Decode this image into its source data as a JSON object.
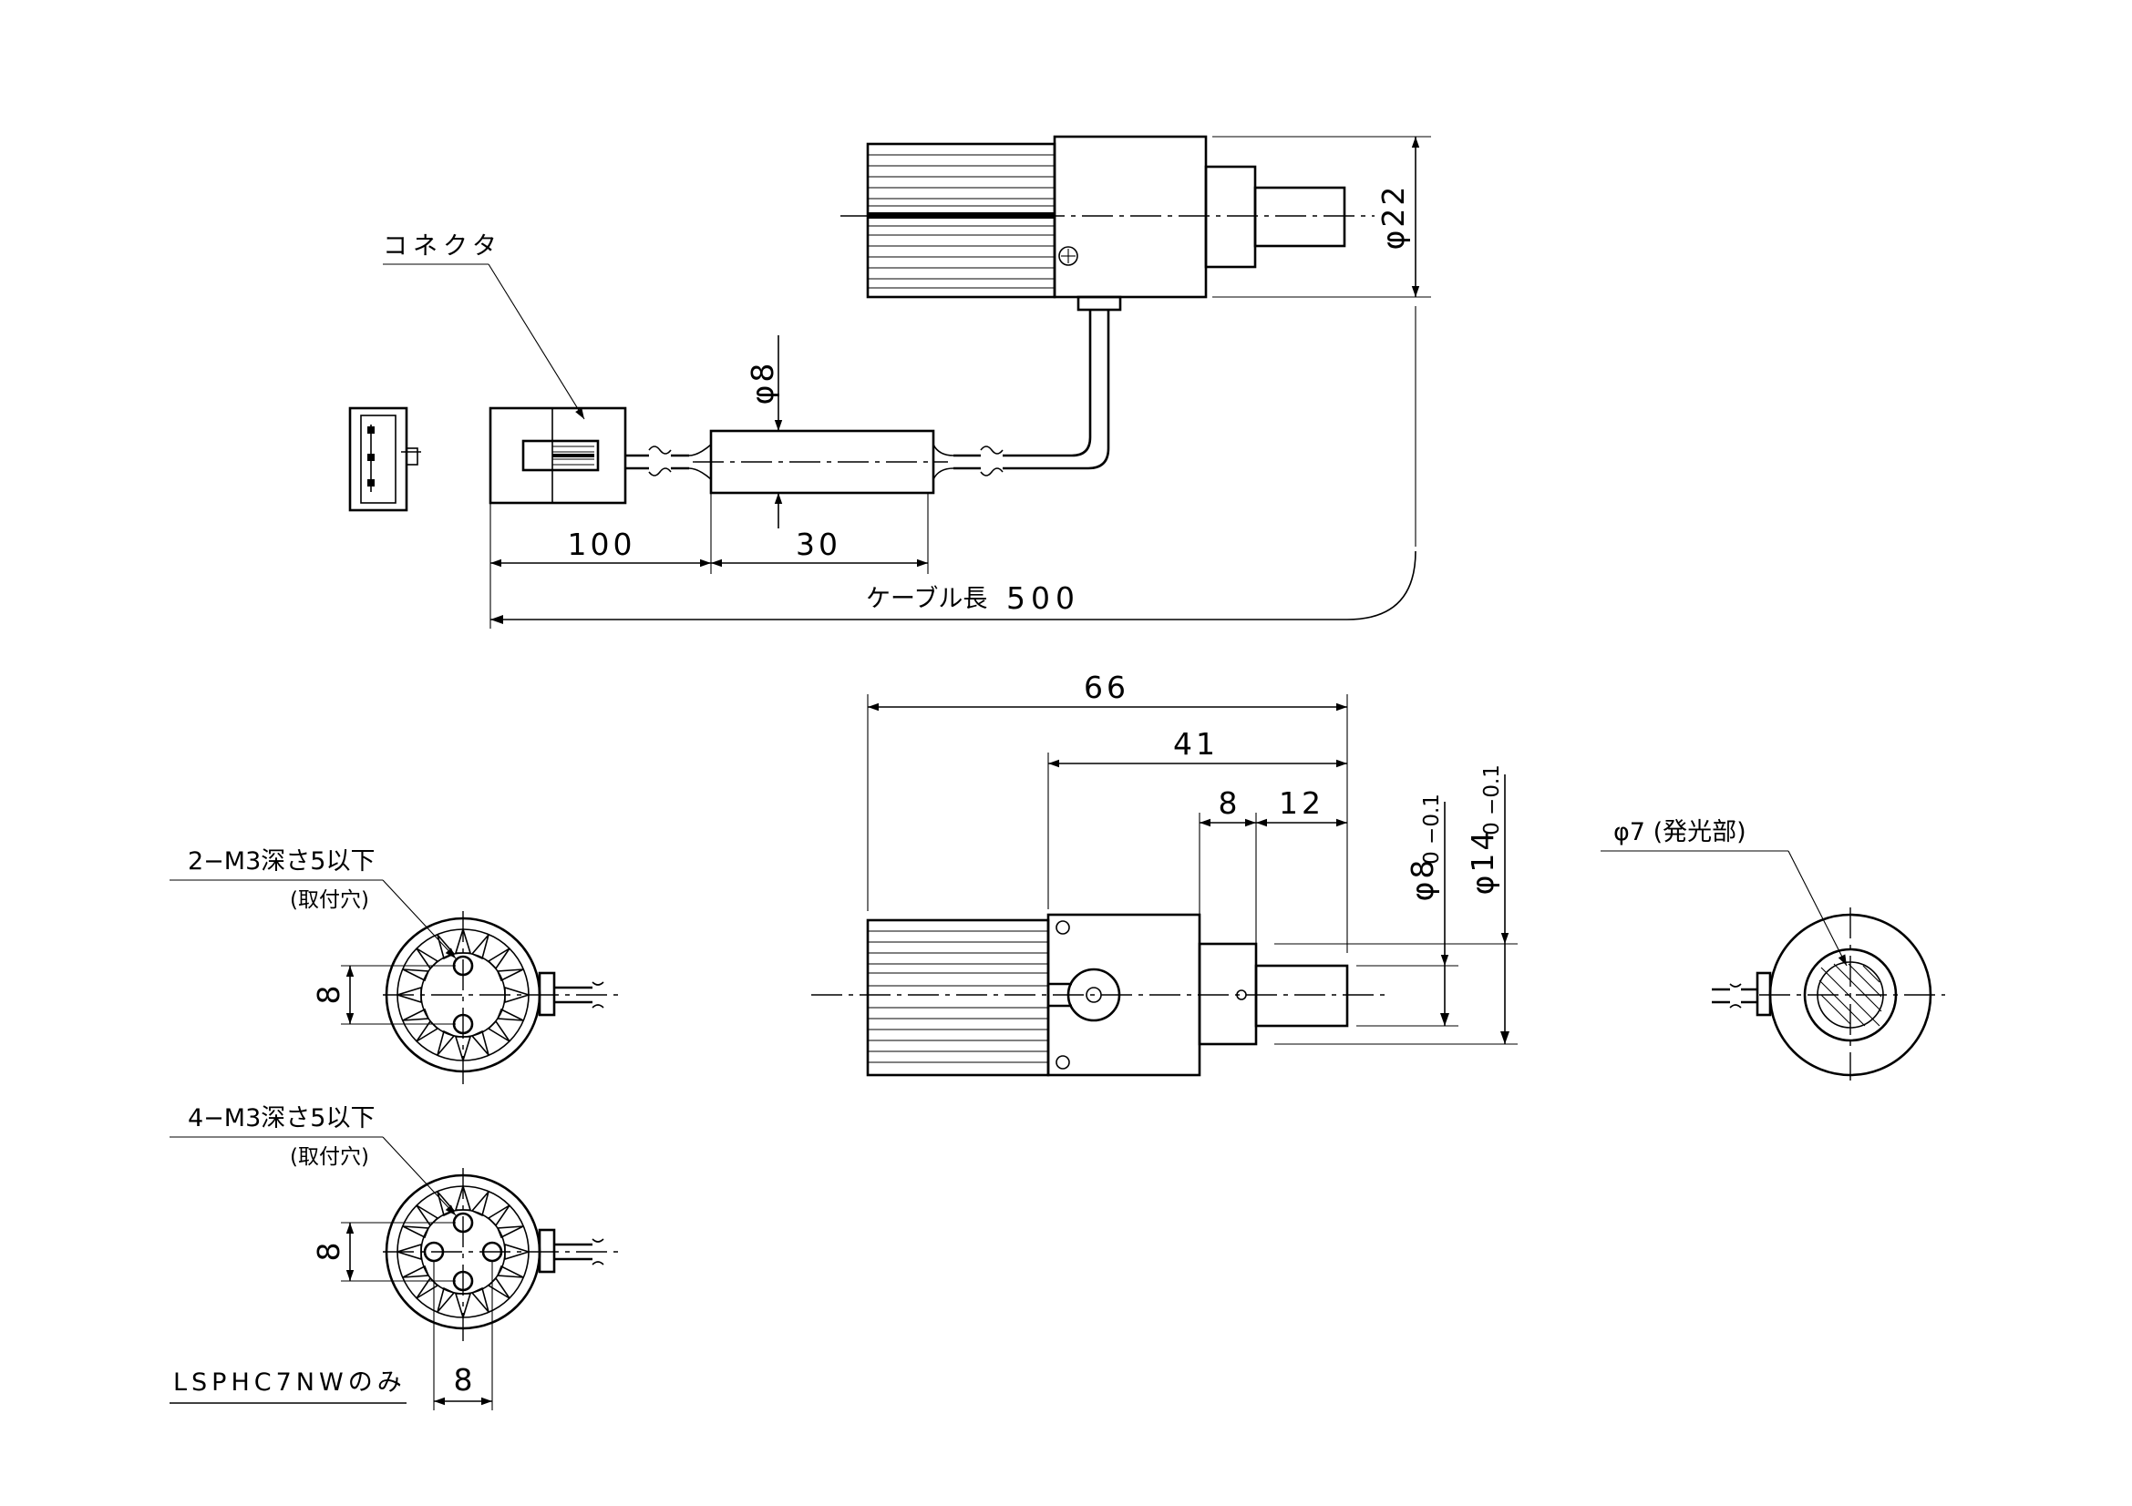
{
  "labels": {
    "connector": "コネクタ",
    "cable_length": "ケーブル長",
    "mount_2": "2−M3深さ5以下",
    "mount_2_sub": "(取付穴)",
    "mount_4": "4−M3深さ5以下",
    "mount_4_sub": "(取付穴)",
    "model_note": "LSPHC7NWのみ",
    "emitter": "φ7 (発光部)"
  },
  "dimensions": {
    "body_dia": "φ22",
    "cable_dia": "φ8",
    "conn_to_sleeve": "100",
    "sleeve_len": "30",
    "cable_len": "500",
    "overall_len": "66",
    "body_len": "41",
    "step_len": "8",
    "tip_len": "12",
    "tip_dia": "φ8",
    "tip_dia_tol": "0 −0.1",
    "neck_dia": "φ14",
    "neck_dia_tol": "0 −0.1",
    "hole_pitch_2": "8",
    "hole_pitch_4_v": "8",
    "hole_pitch_4_h": "8"
  }
}
